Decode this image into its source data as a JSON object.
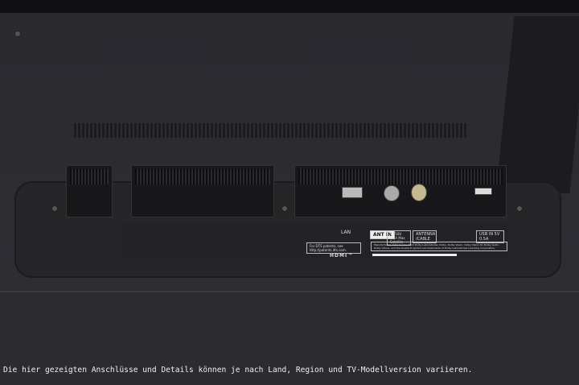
{
  "ports": {
    "lan": "LAN",
    "ant_in": "ANT IN",
    "satellite": "13/18V 0.4A Max Satellite",
    "antenna_cable": "ANTENNA /CABLE",
    "usb_in": "USB IN 5V 0.5A"
  },
  "notices": {
    "dts": "For DTS patents, see http://patents.dts.com.",
    "dolby": "Manufactured under license from Dolby Laboratories. Dolby, Dolby Vision, Dolby Vision IQ, Dolby Audio, Dolby Atmos, and the double-D symbol are trademarks of Dolby Laboratories Licensing Corporation.",
    "hdmi": "HDMI™"
  },
  "caption": "Die hier gezeigten Anschlüsse und Details können je nach Land, Region und TV-Modellversion variieren."
}
